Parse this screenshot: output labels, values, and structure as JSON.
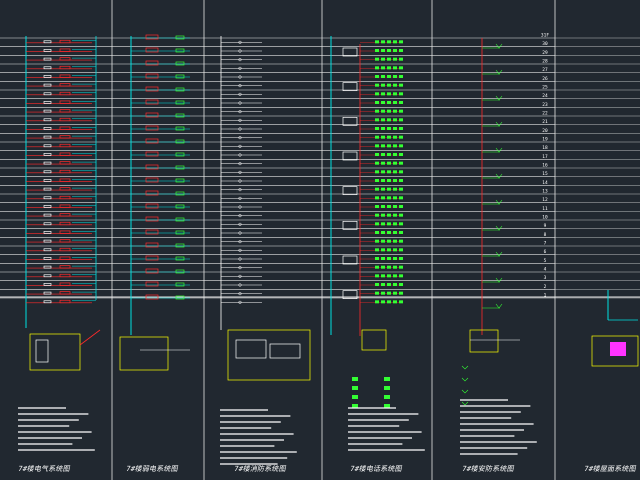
{
  "drawing": {
    "colors": {
      "background": "#212830",
      "frame": "#e6e6e6",
      "riser": "#00e0e0",
      "feeder": "#ff2a2a",
      "device": "#33ff33",
      "box": "#ffff00",
      "accent": "#ff33ff",
      "text": "#ffffff"
    },
    "floor_labels": [
      "31F",
      "30",
      "29",
      "28",
      "27",
      "26",
      "25",
      "24",
      "23",
      "22",
      "21",
      "20",
      "19",
      "18",
      "17",
      "16",
      "15",
      "14",
      "13",
      "12",
      "11",
      "10",
      "9",
      "8",
      "7",
      "6",
      "5",
      "4",
      "3",
      "2",
      "1"
    ],
    "sheet_titles": [
      "7#楼电气系统图",
      "7#楼弱电系统图",
      "7#楼消防系统图",
      "7#楼电话系统图",
      "7#楼安防系统图",
      "7#楼屋面系统图"
    ],
    "sheet_icons": [
      "cad-sheet-icon",
      "cad-sheet-icon",
      "cad-sheet-icon",
      "cad-sheet-icon",
      "cad-sheet-icon",
      "cad-sheet-icon"
    ]
  }
}
